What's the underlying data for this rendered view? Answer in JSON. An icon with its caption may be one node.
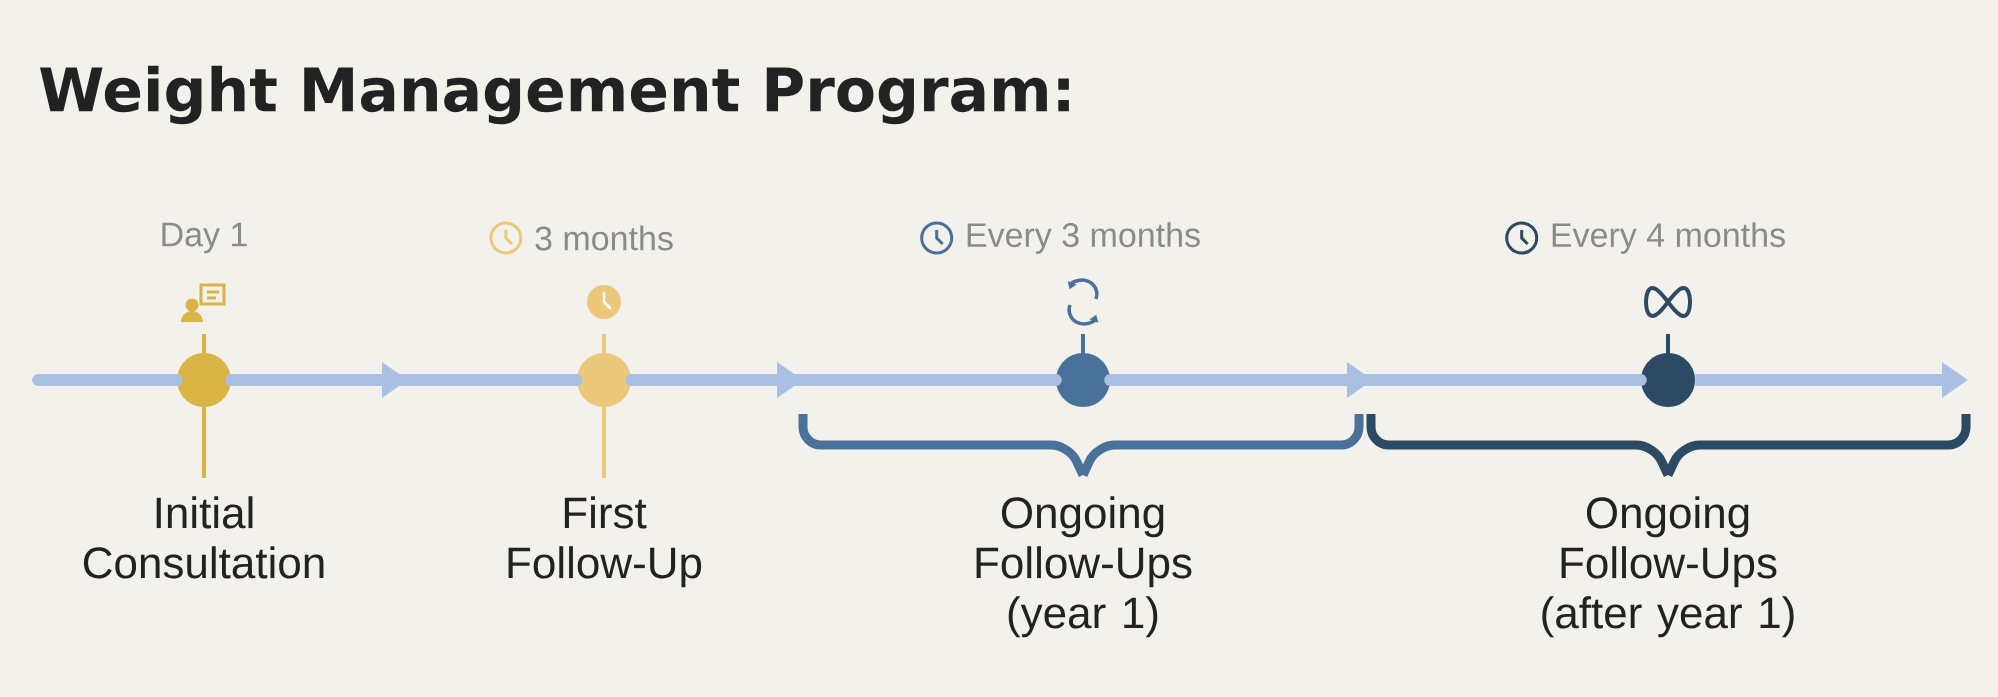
{
  "diagram": {
    "title": "Weight Management Program:",
    "nodes": [
      {
        "text": [
          "Day 1",
          "Initial Consultation"
        ]
      },
      {
        "text": [
          "3 months",
          "First Follow-Up"
        ]
      },
      {
        "text": [
          "Every 3 months",
          "Ongoing Follow-Ups (year 1)"
        ]
      },
      {
        "text": [
          "Every 4 months",
          "Ongoing Follow-Ups (after year 1)"
        ]
      }
    ],
    "edges": [
      {
        "from": null,
        "to": 0,
        "arrow": "none"
      },
      {
        "from": 0,
        "to": 1,
        "arrow": "to"
      },
      {
        "from": 1,
        "to": 2,
        "arrow": "to"
      },
      {
        "from": 2,
        "to": 3,
        "arrow": "to"
      },
      {
        "from": 3,
        "to": null,
        "arrow": "to"
      }
    ]
  }
}
